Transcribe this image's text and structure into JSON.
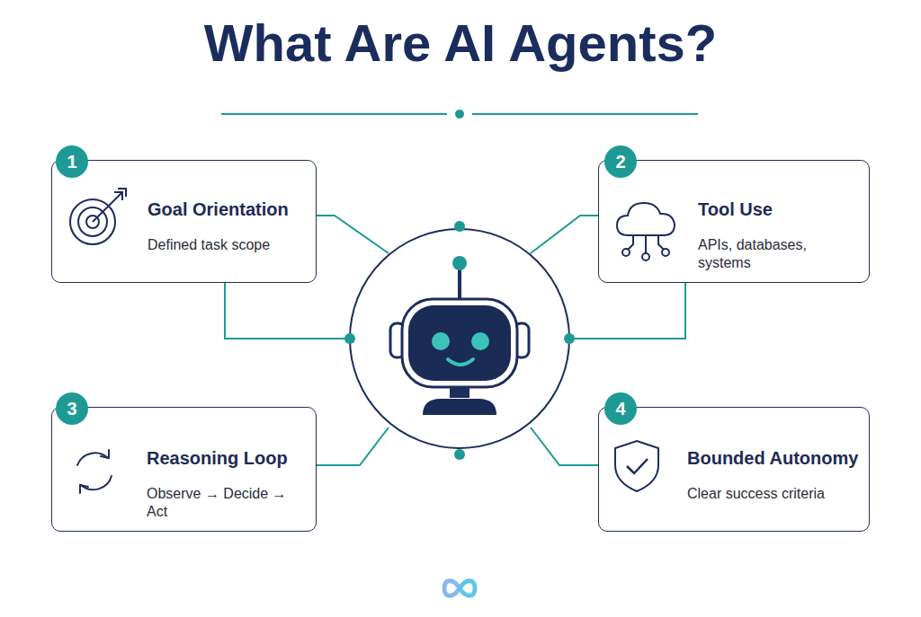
{
  "diagram": {
    "title": "What Are AI Agents?",
    "nodes": [
      {
        "text": [
          "Goal Orientation",
          "Defined task scope"
        ]
      },
      {
        "text": [
          "Tool Use",
          "APIs, databases, systems"
        ]
      },
      {
        "text": [
          "Reasoning Loop",
          "Observe → Decide → Act"
        ]
      },
      {
        "text": [
          "Bounded Autonomy",
          "Clear success criteria"
        ]
      }
    ],
    "labels": [
      "1",
      "2",
      "3",
      "4"
    ]
  }
}
